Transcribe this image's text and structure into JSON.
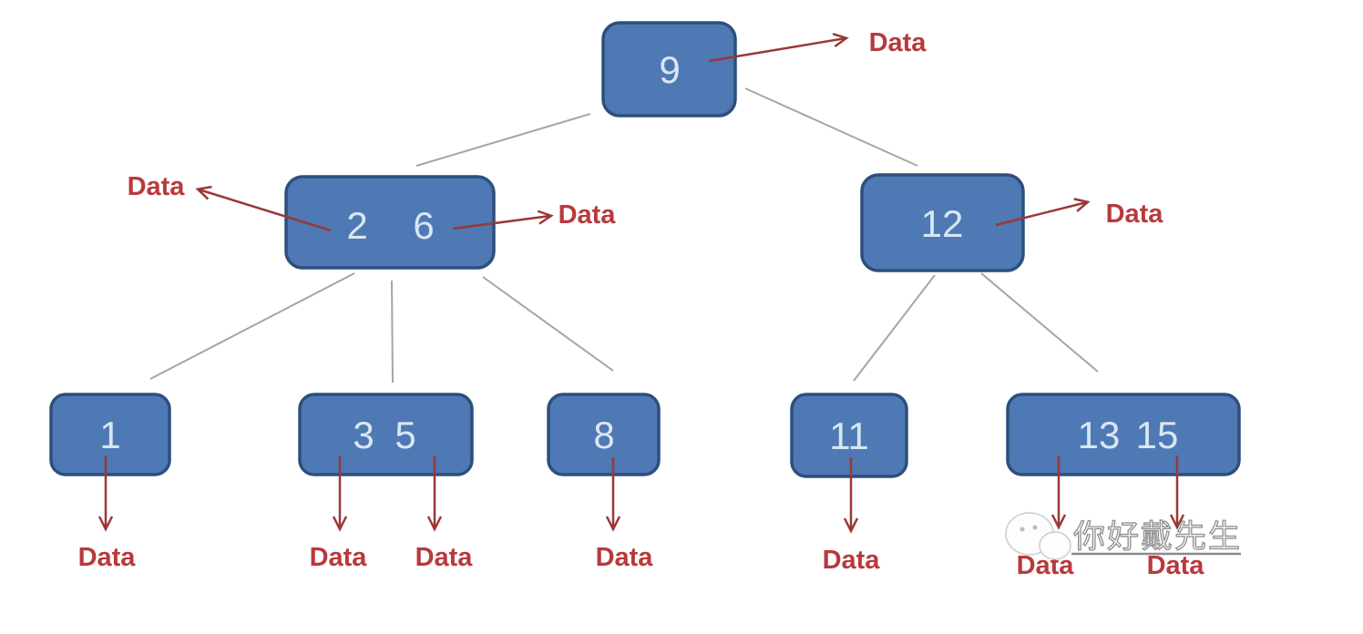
{
  "diagram": {
    "type": "b-tree-with-data-pointers",
    "data_label": "Data",
    "nodes": [
      {
        "name": "root",
        "level": 0,
        "keys": [
          "9"
        ],
        "data_pointers": 1
      },
      {
        "name": "internal-left",
        "level": 1,
        "keys": [
          "2",
          "6"
        ],
        "data_pointers": 2
      },
      {
        "name": "internal-right",
        "level": 1,
        "keys": [
          "12"
        ],
        "data_pointers": 1
      },
      {
        "name": "leaf-1",
        "level": 2,
        "keys": [
          "1"
        ],
        "data_pointers": 1
      },
      {
        "name": "leaf-3-5",
        "level": 2,
        "keys": [
          "3",
          "5"
        ],
        "data_pointers": 2
      },
      {
        "name": "leaf-8",
        "level": 2,
        "keys": [
          "8"
        ],
        "data_pointers": 1
      },
      {
        "name": "leaf-11",
        "level": 2,
        "keys": [
          "11"
        ],
        "data_pointers": 1
      },
      {
        "name": "leaf-13-15",
        "level": 2,
        "keys": [
          "13",
          "15"
        ],
        "data_pointers": 2
      }
    ],
    "edges": [
      {
        "from": "root",
        "to": "internal-left"
      },
      {
        "from": "root",
        "to": "internal-right"
      },
      {
        "from": "internal-left",
        "to": "leaf-1"
      },
      {
        "from": "internal-left",
        "to": "leaf-3-5"
      },
      {
        "from": "internal-left",
        "to": "leaf-8"
      },
      {
        "from": "internal-right",
        "to": "leaf-11"
      },
      {
        "from": "internal-right",
        "to": "leaf-13-15"
      }
    ],
    "watermark": {
      "text": "你好戴先生"
    },
    "colors": {
      "node_fill": "#4e79b4",
      "node_border": "#2d4f7c",
      "node_text": "#d9e6f3",
      "branch_line": "#a5a5a5",
      "arrow": "#993936",
      "data_text": "#b8393d",
      "watermark": "#8a8a8a",
      "background": "#ffffff"
    }
  }
}
